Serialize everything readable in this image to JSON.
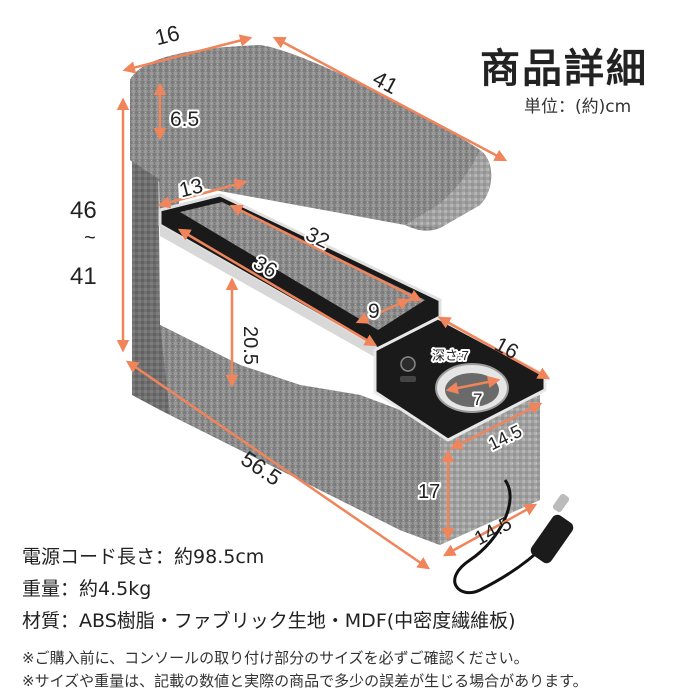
{
  "header": {
    "title": "商品詳細",
    "unit": "単位：(約)cm"
  },
  "dimensions": {
    "top_width": "16",
    "length": "41",
    "cushion_height": "6.5",
    "height_max": "46",
    "height_sep": "~",
    "height_min": "41",
    "tray_width": "13",
    "tray_length": "32",
    "compartment_length": "36",
    "compartment_width": "9",
    "compartment_depth": "20.5",
    "bottom_length": "56.5",
    "front_width": "16",
    "cup_depth_label": "深さ:7",
    "cup_diameter": "7",
    "front_depth": "14.5",
    "front_height": "17",
    "base_depth": "14.5"
  },
  "specs": [
    {
      "label": "電源コード長さ",
      "value": "約98.5cm"
    },
    {
      "label": "重量",
      "value": "約4.5kg"
    },
    {
      "label": "材質",
      "value": "ABS樹脂・ファブリック生地・MDF(中密度繊維板)"
    }
  ],
  "spec_separator": "：",
  "notes": [
    "※ご購入前に、コンソールの取り付け部分のサイズを必ずご確認ください。",
    "※サイズや重量は、記載の数値と実際の商品で多少の誤差が生じる場合があります。"
  ],
  "colors": {
    "arrow": "#f0845a",
    "fabric": "#8a8a8a",
    "fabric_light": "#a3a3a3",
    "trim": "#e6e6e6",
    "black": "#1a1a1a"
  }
}
